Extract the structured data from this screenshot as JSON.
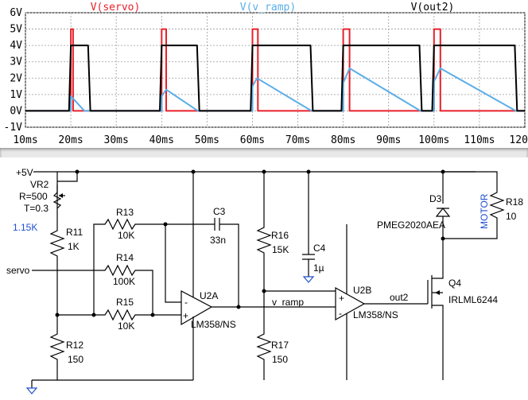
{
  "chart_data": {
    "type": "line",
    "title": "",
    "xlabel": "",
    "ylabel": "",
    "xlim": [
      10,
      120
    ],
    "ylim": [
      -1,
      6
    ],
    "grid": true,
    "legend_placement": "top",
    "x_tick_labels": [
      "10ms",
      "20ms",
      "30ms",
      "40ms",
      "50ms",
      "60ms",
      "70ms",
      "80ms",
      "90ms",
      "100ms",
      "110ms",
      "120ms"
    ],
    "y_tick_labels": [
      "6V",
      "5V",
      "4V",
      "3V",
      "2V",
      "1V",
      "0V",
      "-1V"
    ],
    "y_tick_values": [
      6,
      5,
      4,
      3,
      2,
      1,
      0,
      -1
    ],
    "x_tick_values": [
      10,
      20,
      30,
      40,
      50,
      60,
      70,
      80,
      90,
      100,
      110,
      120
    ],
    "series": [
      {
        "name": "V(servo)",
        "color": "#e8202a",
        "points": [
          [
            10,
            0
          ],
          [
            20,
            0
          ],
          [
            20,
            5
          ],
          [
            20.5,
            5
          ],
          [
            20.5,
            0
          ],
          [
            40,
            0
          ],
          [
            40,
            5
          ],
          [
            41,
            5
          ],
          [
            41,
            0
          ],
          [
            60,
            0
          ],
          [
            60,
            5
          ],
          [
            61.2,
            5
          ],
          [
            61.2,
            0
          ],
          [
            80,
            0
          ],
          [
            80,
            5
          ],
          [
            81.4,
            5
          ],
          [
            81.4,
            0
          ],
          [
            100,
            0
          ],
          [
            100,
            5
          ],
          [
            101.4,
            5
          ],
          [
            101.4,
            0
          ],
          [
            120,
            0
          ]
        ]
      },
      {
        "name": "V(v_ramp)",
        "color": "#5aaee8",
        "points": [
          [
            10,
            0
          ],
          [
            20,
            0
          ],
          [
            20,
            0.9
          ],
          [
            23,
            0
          ],
          [
            40,
            0
          ],
          [
            40,
            0.9
          ],
          [
            41,
            1.3
          ],
          [
            48,
            0
          ],
          [
            60,
            0
          ],
          [
            60,
            1.5
          ],
          [
            61,
            2.0
          ],
          [
            73,
            0
          ],
          [
            80,
            0
          ],
          [
            80,
            1.7
          ],
          [
            81.4,
            2.6
          ],
          [
            97,
            0
          ],
          [
            100,
            0
          ],
          [
            100,
            1.8
          ],
          [
            101.4,
            2.6
          ],
          [
            118,
            0
          ],
          [
            120,
            0
          ]
        ]
      },
      {
        "name": "V(out2)",
        "color": "#000000",
        "points": [
          [
            10,
            0
          ],
          [
            19.6,
            0
          ],
          [
            20,
            4
          ],
          [
            23.8,
            4
          ],
          [
            24.3,
            0
          ],
          [
            39.6,
            0
          ],
          [
            40,
            4
          ],
          [
            47.8,
            4
          ],
          [
            48.3,
            0
          ],
          [
            59.6,
            0
          ],
          [
            60,
            4
          ],
          [
            72.8,
            4
          ],
          [
            73.3,
            0
          ],
          [
            79.6,
            0
          ],
          [
            80,
            4
          ],
          [
            96.8,
            4
          ],
          [
            97.3,
            0
          ],
          [
            99.6,
            0
          ],
          [
            100,
            4
          ],
          [
            117.8,
            4
          ],
          [
            118.3,
            0
          ],
          [
            120,
            0
          ]
        ]
      }
    ]
  },
  "schematic": {
    "supply_label": "+5V",
    "vr2": {
      "name": "VR2",
      "r": "R=500",
      "t": "T=0.3"
    },
    "measured_voltage": "1.15K",
    "r11": {
      "name": "R11",
      "value": "1K"
    },
    "r12": {
      "name": "R12",
      "value": "150"
    },
    "r13": {
      "name": "R13",
      "value": "10K"
    },
    "r14": {
      "name": "R14",
      "value": "100K"
    },
    "r15": {
      "name": "R15",
      "value": "10K"
    },
    "r16": {
      "name": "R16",
      "value": "15K"
    },
    "r17": {
      "name": "R17",
      "value": "150"
    },
    "r18": {
      "name": "R18",
      "value": "10"
    },
    "c3": {
      "name": "C3",
      "value": "33n"
    },
    "c4": {
      "name": "C4",
      "value": "1µ"
    },
    "d3": {
      "name": "D3",
      "part": "PMEG2020AEA"
    },
    "q4": {
      "name": "Q4",
      "part": "IRLML6244"
    },
    "u2a": {
      "name": "U2A",
      "part": "LM358/NS"
    },
    "u2b": {
      "name": "U2B",
      "part": "LM358/NS"
    },
    "motor_label": "MOTOR",
    "servo_label": "servo",
    "v_ramp_label": "v_ramp",
    "out2_label": "out2",
    "minus_sign": "-",
    "plus_sign": "+"
  }
}
